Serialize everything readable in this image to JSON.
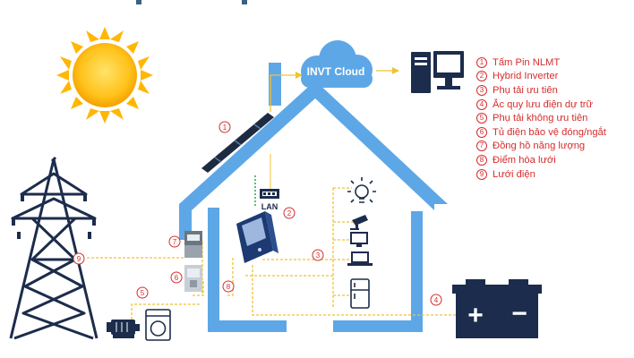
{
  "cloud_label": "INVT Cloud",
  "lan_label": "LAN",
  "legend": [
    {
      "num": "1",
      "text": "Tấm Pin NLMT"
    },
    {
      "num": "2",
      "text": "Hybrid Inverter"
    },
    {
      "num": "3",
      "text": "Phụ tải ưu tiên"
    },
    {
      "num": "4",
      "text": "Ắc quy lưu điện dự trữ"
    },
    {
      "num": "5",
      "text": "Phụ tải không ưu tiên"
    },
    {
      "num": "6",
      "text": "Tủ điện bảo vệ đóng/ngắt"
    },
    {
      "num": "7",
      "text": "Đồng hồ năng lượng"
    },
    {
      "num": "8",
      "text": "Điểm hòa lưới"
    },
    {
      "num": "9",
      "text": "Lưới điện"
    }
  ],
  "markers": {
    "m1": "1",
    "m2": "2",
    "m3": "3",
    "m4": "4",
    "m5": "5",
    "m6": "6",
    "m7": "7",
    "m8": "8",
    "m9": "9"
  },
  "battery": {
    "plus": "+",
    "minus": "−"
  },
  "colors": {
    "house": "#5ea7e6",
    "wire": "#f2c230",
    "accent": "#d62c2c",
    "navy": "#1c2c4c",
    "cloud": "#5ea7e6"
  }
}
